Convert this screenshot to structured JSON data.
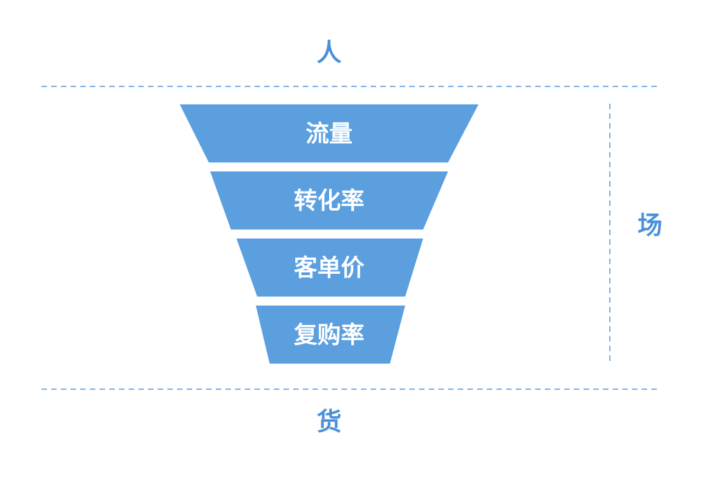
{
  "labels": {
    "top": "人",
    "right": "场",
    "bottom": "货"
  },
  "funnel": {
    "tiers": [
      {
        "label": "流量"
      },
      {
        "label": "转化率"
      },
      {
        "label": "客单价"
      },
      {
        "label": "复购率"
      }
    ]
  },
  "colors": {
    "funnel_fill": "#5b9fdf",
    "label_text": "#4a90d9",
    "dashed_line": "#7fb2e5",
    "tier_text": "#ffffff"
  }
}
